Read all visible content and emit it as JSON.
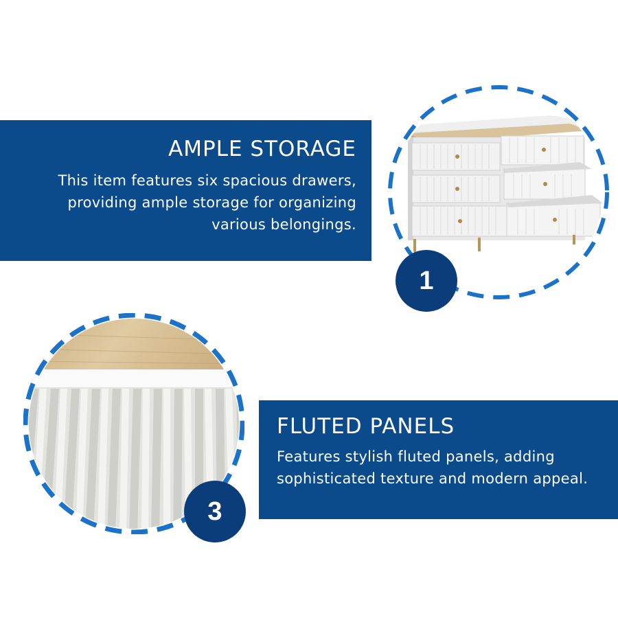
{
  "features": [
    {
      "number": "1",
      "title": "AMPLE STORAGE",
      "lines": [
        "This item features six spacious drawers,",
        "providing ample storage for organizing",
        "various belongings."
      ],
      "image": "dresser-with-open-drawers"
    },
    {
      "number": "3",
      "title": "FLUTED PANELS",
      "lines": [
        "Features stylish fluted panels, adding",
        "sophisticated texture and modern appeal."
      ],
      "image": "fluted-panel-closeup"
    }
  ],
  "colors": {
    "banner": "#0b4a8b",
    "badge": "#0b3d7a",
    "dashed_ring": "#1a73c9",
    "wood": "#d6c09a",
    "panel": "#e6e6e2"
  }
}
